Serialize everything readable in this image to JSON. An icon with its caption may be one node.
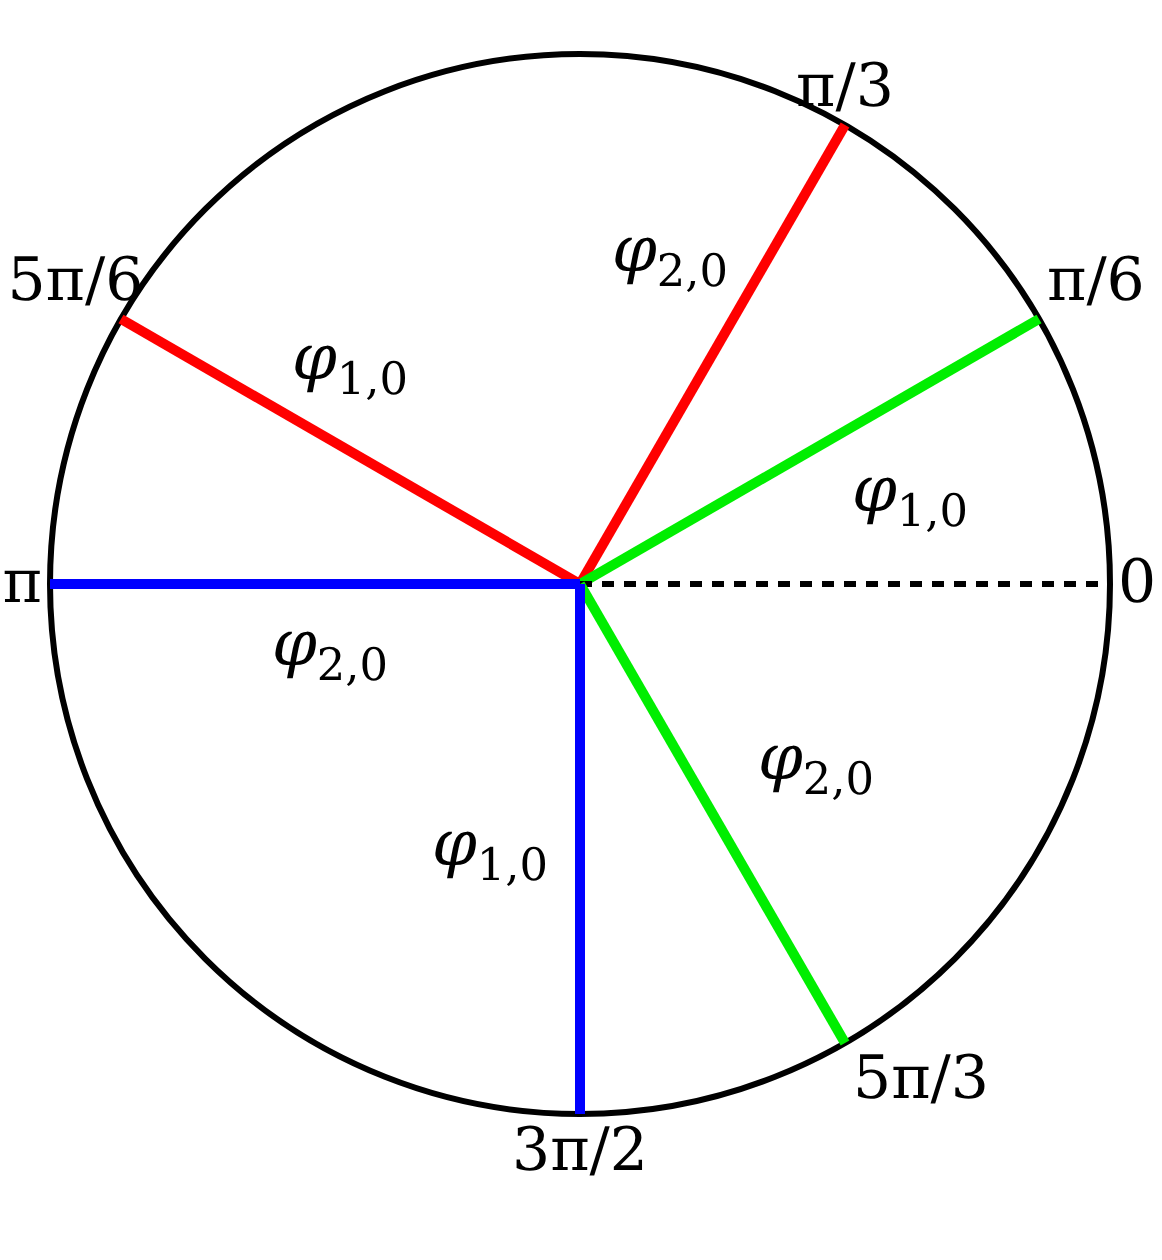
{
  "diagram": {
    "nodes": [
      {
        "text": [
          "π/3"
        ]
      },
      {
        "text": [
          "5π/6"
        ]
      },
      {
        "text": [
          "π/6"
        ]
      },
      {
        "text": [
          "π"
        ]
      },
      {
        "text": [
          "0"
        ]
      },
      {
        "text": [
          "5π/3"
        ]
      },
      {
        "text": [
          "3π/2"
        ]
      }
    ],
    "edges": [
      {
        "from": null,
        "to": 0,
        "arrow": "none",
        "label": "φ$_{2,0}$",
        "color": "#ff0000"
      },
      {
        "from": null,
        "to": 1,
        "arrow": "none",
        "label": "φ$_{1,0}$",
        "color": "#ff0000"
      },
      {
        "from": null,
        "to": 2,
        "arrow": "none",
        "label": "φ$_{1,0}$",
        "color": "#00ee00"
      },
      {
        "from": null,
        "to": 3,
        "arrow": "none",
        "label": "φ$_{2,0}$",
        "color": "#0000ff"
      },
      {
        "from": null,
        "to": 4,
        "arrow": "none",
        "style": "dashed",
        "color": "#000000"
      },
      {
        "from": null,
        "to": 5,
        "arrow": "none",
        "label": "φ$_{2,0}$",
        "color": "#00ee00"
      },
      {
        "from": null,
        "to": 6,
        "arrow": "none",
        "label": "φ$_{1,0}$",
        "color": "#0000ff"
      }
    ]
  }
}
